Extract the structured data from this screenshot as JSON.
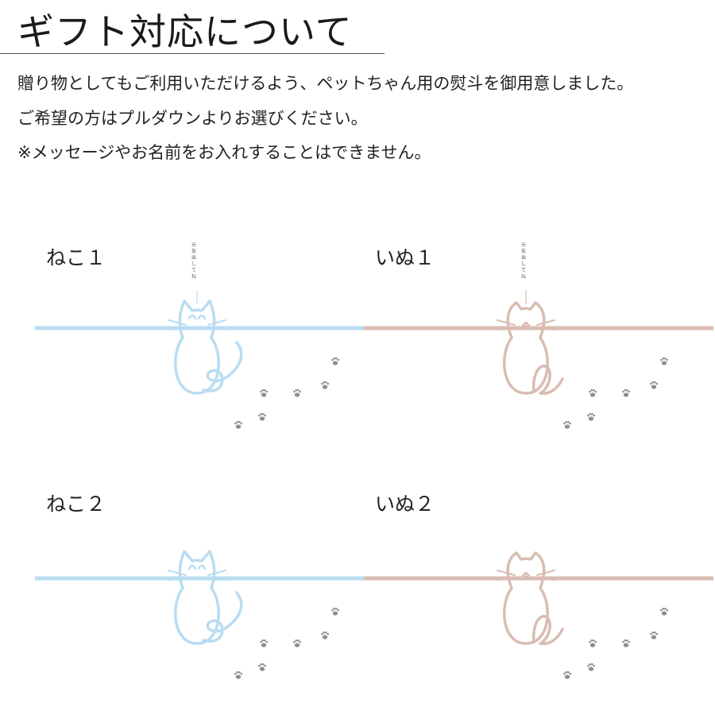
{
  "heading": "ギフト対応について",
  "description": {
    "line1": "贈り物としてもご利用いただけるよう、ペットちゃん用の熨斗を御用意しました。",
    "line2": "ご希望の方はプルダウンよりお選びください。",
    "line3": "※メッセージやお名前をお入れすることはできません。"
  },
  "designs": [
    {
      "label": "ねこ１",
      "color": "#b9dcf2",
      "message": "元気出してね"
    },
    {
      "label": "いぬ１",
      "color": "#d9bdb3",
      "message": "元気出してね"
    },
    {
      "label": "ねこ２",
      "color": "#b9dcf2",
      "message": ""
    },
    {
      "label": "いぬ２",
      "color": "#d9bdb3",
      "message": ""
    }
  ],
  "paw_color": "#8f8f8f"
}
